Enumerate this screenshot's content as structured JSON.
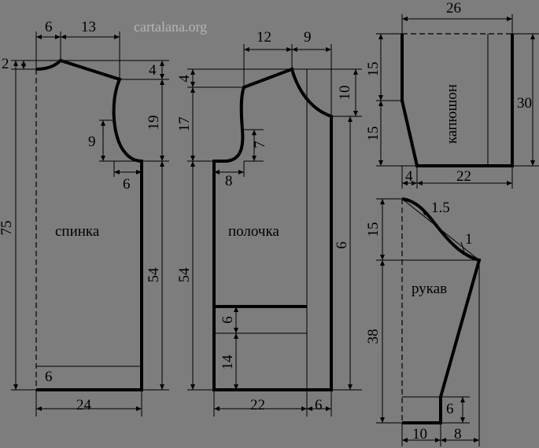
{
  "watermark": "cartalana.org",
  "colors": {
    "background": "#7d7d7d",
    "line": "#000000",
    "watermark": "#b5b5b5"
  },
  "pieces": {
    "back": {
      "label": "спинка",
      "dims": {
        "shoulder_offset": "6",
        "shoulder_width": "13",
        "neck_drop": "2",
        "shoulder_slope": "4",
        "armhole_height": "19",
        "armhole_depth": "9",
        "armhole_width": "6",
        "side_length": "54",
        "total_length": "75",
        "hem": "6",
        "width": "24"
      }
    },
    "front": {
      "label": "полочка",
      "dims": {
        "shoulder_width": "12",
        "neck_width": "9",
        "shoulder_slope": "4",
        "neck_depth": "10",
        "armhole_height": "17",
        "armhole_depth": "7",
        "armhole_width": "8",
        "side_length": "54",
        "center_length": "6",
        "band_a": "6",
        "band_b": "14",
        "width": "22",
        "placket": "6"
      }
    },
    "hood": {
      "label": "капюшон",
      "dims": {
        "top_width": "26",
        "upper_height": "15",
        "lower_height": "15",
        "full_height": "30",
        "offset": "4",
        "bottom_width": "22"
      }
    },
    "sleeve": {
      "label": "рукав",
      "dims": {
        "cap_a": "1.5",
        "cap_b": "1",
        "cap_height": "15",
        "length": "38",
        "cuff_height": "6",
        "cuff_a": "10",
        "cuff_b": "8"
      }
    }
  }
}
